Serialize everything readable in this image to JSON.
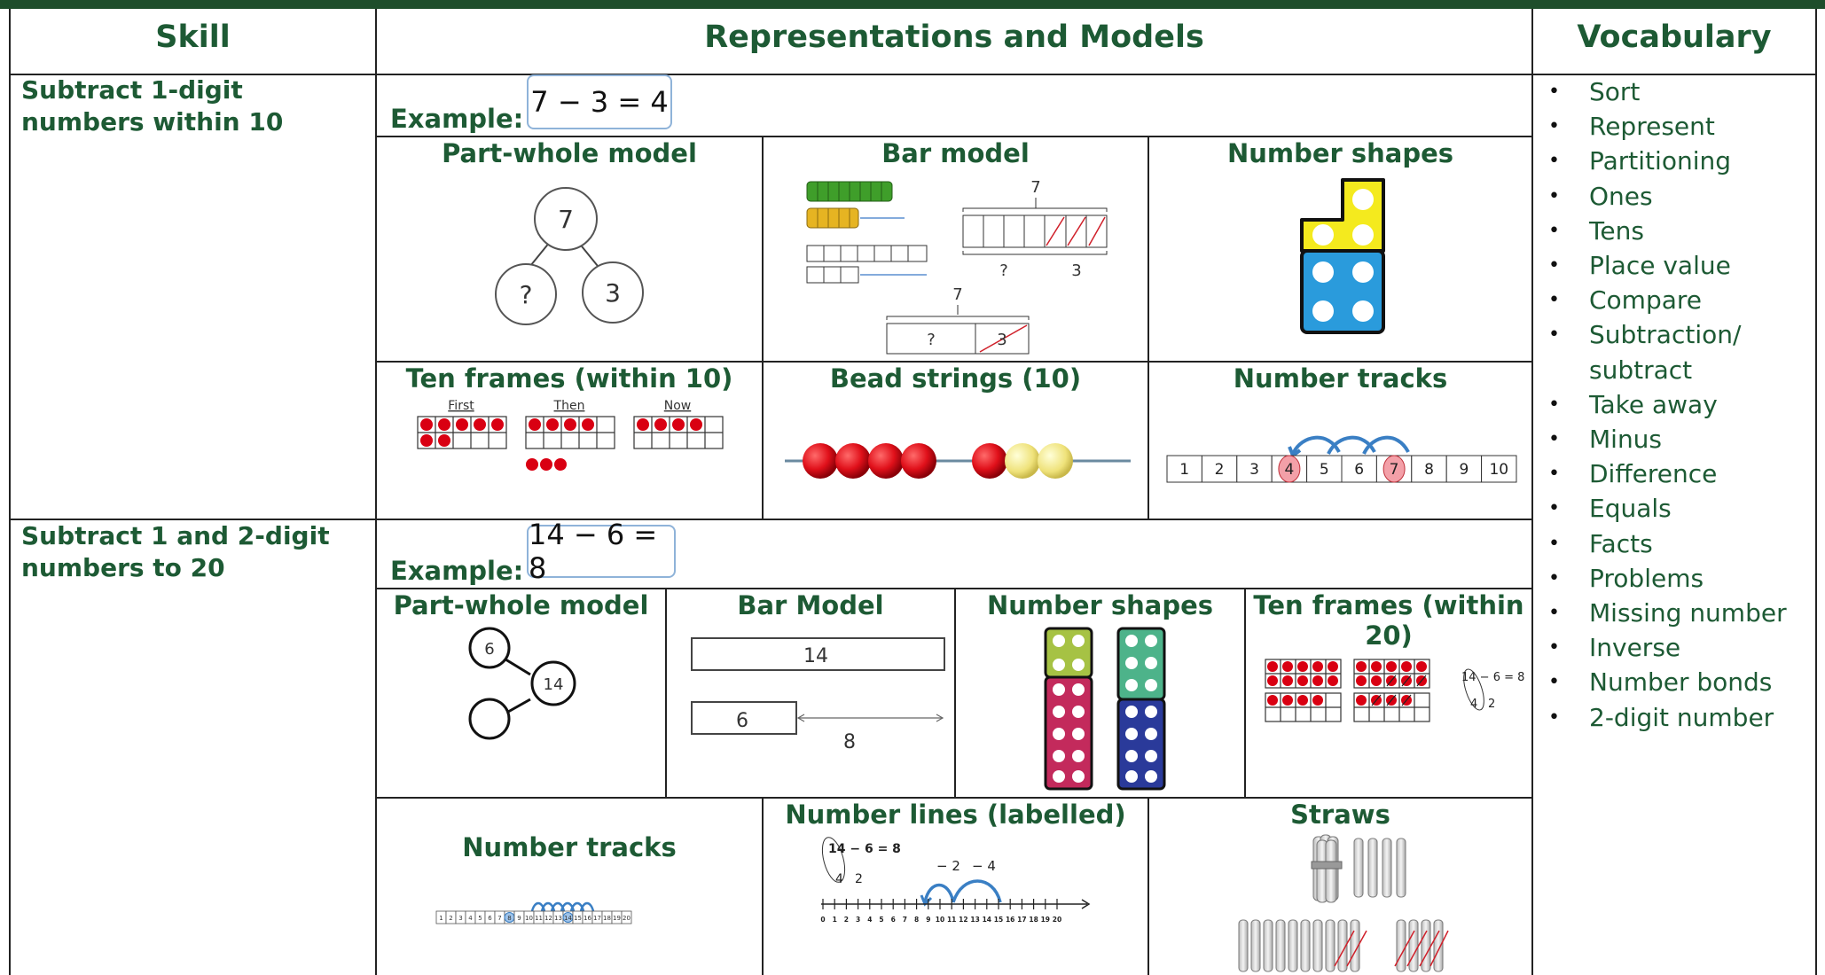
{
  "headers": {
    "skill": "Skill",
    "representations": "Representations and Models",
    "vocabulary": "Vocabulary"
  },
  "section1": {
    "skill": "Subtract 1-digit numbers within 10",
    "example_label": "Example:",
    "example_equation": "7 − 3 = 4",
    "models": {
      "part_whole": {
        "title": "Part-whole model",
        "whole": "7",
        "part_a": "?",
        "part_b": "3"
      },
      "bar_model": {
        "title": "Bar model",
        "top_total": "7",
        "top_part_a": "?",
        "top_part_b": "3",
        "bottom_total": "7",
        "bottom_part_a": "?",
        "bottom_part_b": "3"
      },
      "number_shapes": {
        "title": "Number shapes"
      },
      "ten_frames": {
        "title": "Ten frames (within 10)",
        "labels": [
          "First",
          "Then",
          "Now"
        ]
      },
      "bead_strings": {
        "title": "Bead strings (10)"
      },
      "number_tracks": {
        "title": "Number tracks",
        "cells": [
          "1",
          "2",
          "3",
          "4",
          "5",
          "6",
          "7",
          "8",
          "9",
          "10"
        ]
      }
    }
  },
  "section2": {
    "skill": "Subtract 1 and 2-digit numbers to 20",
    "example_label": "Example:",
    "example_equation": "14 − 6 = 8",
    "models": {
      "part_whole": {
        "title": "Part-whole model",
        "part": "6",
        "whole": "14"
      },
      "bar_model": {
        "title": "Bar Model",
        "whole": "14",
        "part": "6",
        "difference": "8"
      },
      "number_shapes": {
        "title": "Number shapes"
      },
      "ten_frames": {
        "title_line1": "Ten frames (within",
        "title_line2": "20)",
        "equation": "14 − 6 = 8",
        "split_a": "4",
        "split_b": "2"
      },
      "number_tracks": {
        "title": "Number tracks",
        "cells": [
          "1",
          "2",
          "3",
          "4",
          "5",
          "6",
          "7",
          "8",
          "9",
          "10",
          "11",
          "12",
          "13",
          "14",
          "15",
          "16",
          "17",
          "18",
          "19",
          "20"
        ]
      },
      "number_lines": {
        "title": "Number lines (labelled)",
        "equation": "14 − 6 = 8",
        "split_a": "4",
        "split_b": "2",
        "jump_a": "− 2",
        "jump_b": "− 4",
        "ticks": [
          "0",
          "1",
          "2",
          "3",
          "4",
          "5",
          "6",
          "7",
          "8",
          "9",
          "10",
          "11",
          "12",
          "13",
          "14",
          "15",
          "16",
          "17",
          "18",
          "19",
          "20"
        ]
      },
      "straws": {
        "title": "Straws"
      }
    }
  },
  "vocabulary": [
    "Sort",
    "Represent",
    "Partitioning",
    "Ones",
    "Tens",
    "Place value",
    "Compare",
    "Subtraction/ subtract",
    "Take away",
    "Minus",
    "Difference",
    "Equals",
    "Facts",
    "Problems",
    "Missing number",
    "Inverse",
    "Number bonds",
    "2-digit number"
  ],
  "colors": {
    "heading_green": "#1d5a34",
    "top_bar": "#1e4d2b",
    "counter_red": "#d90012",
    "example_border": "#8fb3d9"
  }
}
